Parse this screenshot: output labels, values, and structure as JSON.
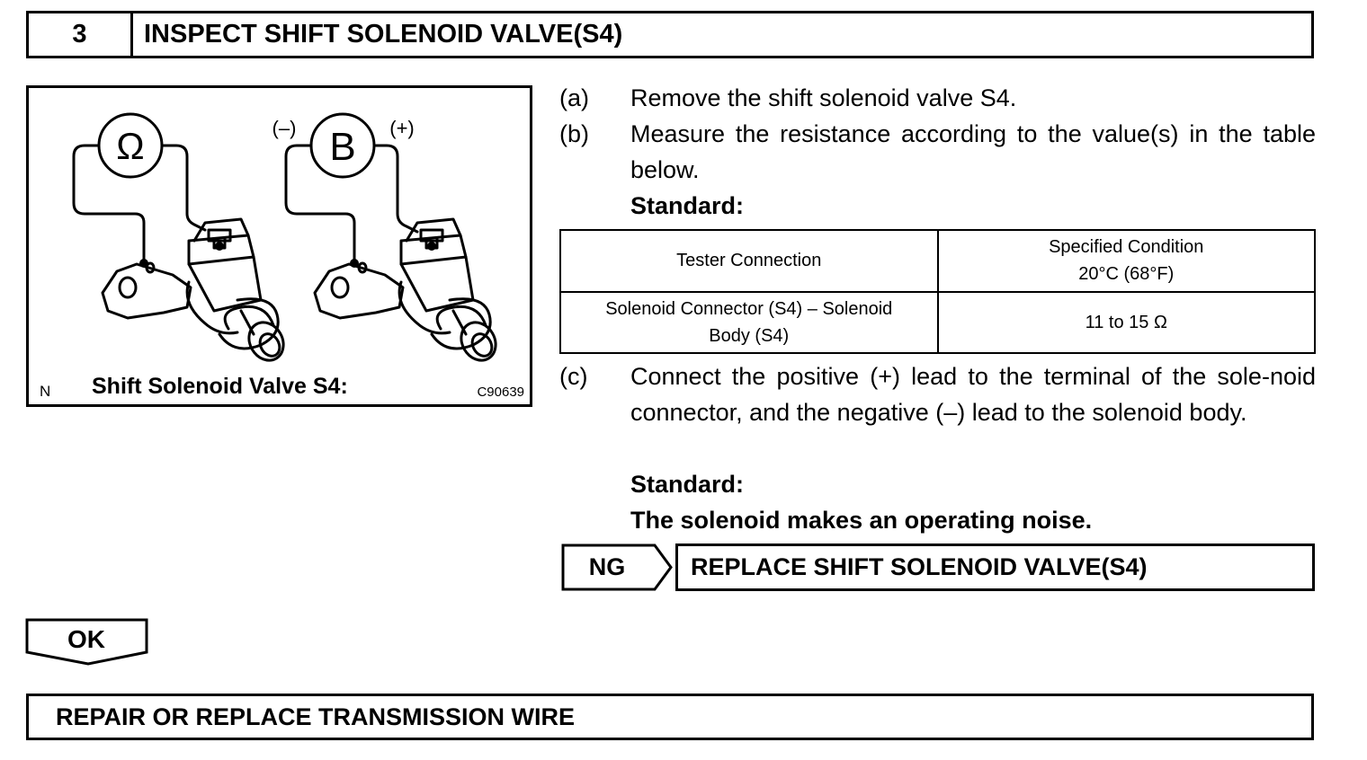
{
  "header": {
    "step_number": "3",
    "title": "INSPECT SHIFT SOLENOID VALVE(S4)"
  },
  "figure": {
    "ohmmeter_symbol": "Ω",
    "battery_symbol": "B",
    "negative_label": "(–)",
    "positive_label": "(+)",
    "corner_label": "N",
    "caption": "Shift Solenoid Valve S4:",
    "figure_code": "C90639"
  },
  "steps": [
    {
      "label": "(a)",
      "text": "Remove the shift solenoid valve S4."
    },
    {
      "label": "(b)",
      "text": "Measure the resistance according to the value(s) in the table below.",
      "standard_label": "Standard:"
    },
    {
      "label": "(c)",
      "text": "Connect the positive (+) lead to the terminal of the sole-noid connector, and the negative (–) lead to the solenoid body.",
      "standard_label": "Standard:",
      "standard_value": "The solenoid makes an operating noise."
    }
  ],
  "spec_table": {
    "headers": {
      "connection": "Tester Connection",
      "condition_line1": "Specified Condition",
      "condition_line2": "20°C (68°F)"
    },
    "rows": [
      {
        "connection": "Solenoid Connector (S4) – Solenoid Body (S4)",
        "condition": "11 to 15 Ω"
      }
    ]
  },
  "ng": {
    "label": "NG",
    "action": "REPLACE SHIFT SOLENOID VALVE(S4)"
  },
  "ok": {
    "label": "OK"
  },
  "final_action": "REPAIR OR REPLACE TRANSMISSION WIRE"
}
